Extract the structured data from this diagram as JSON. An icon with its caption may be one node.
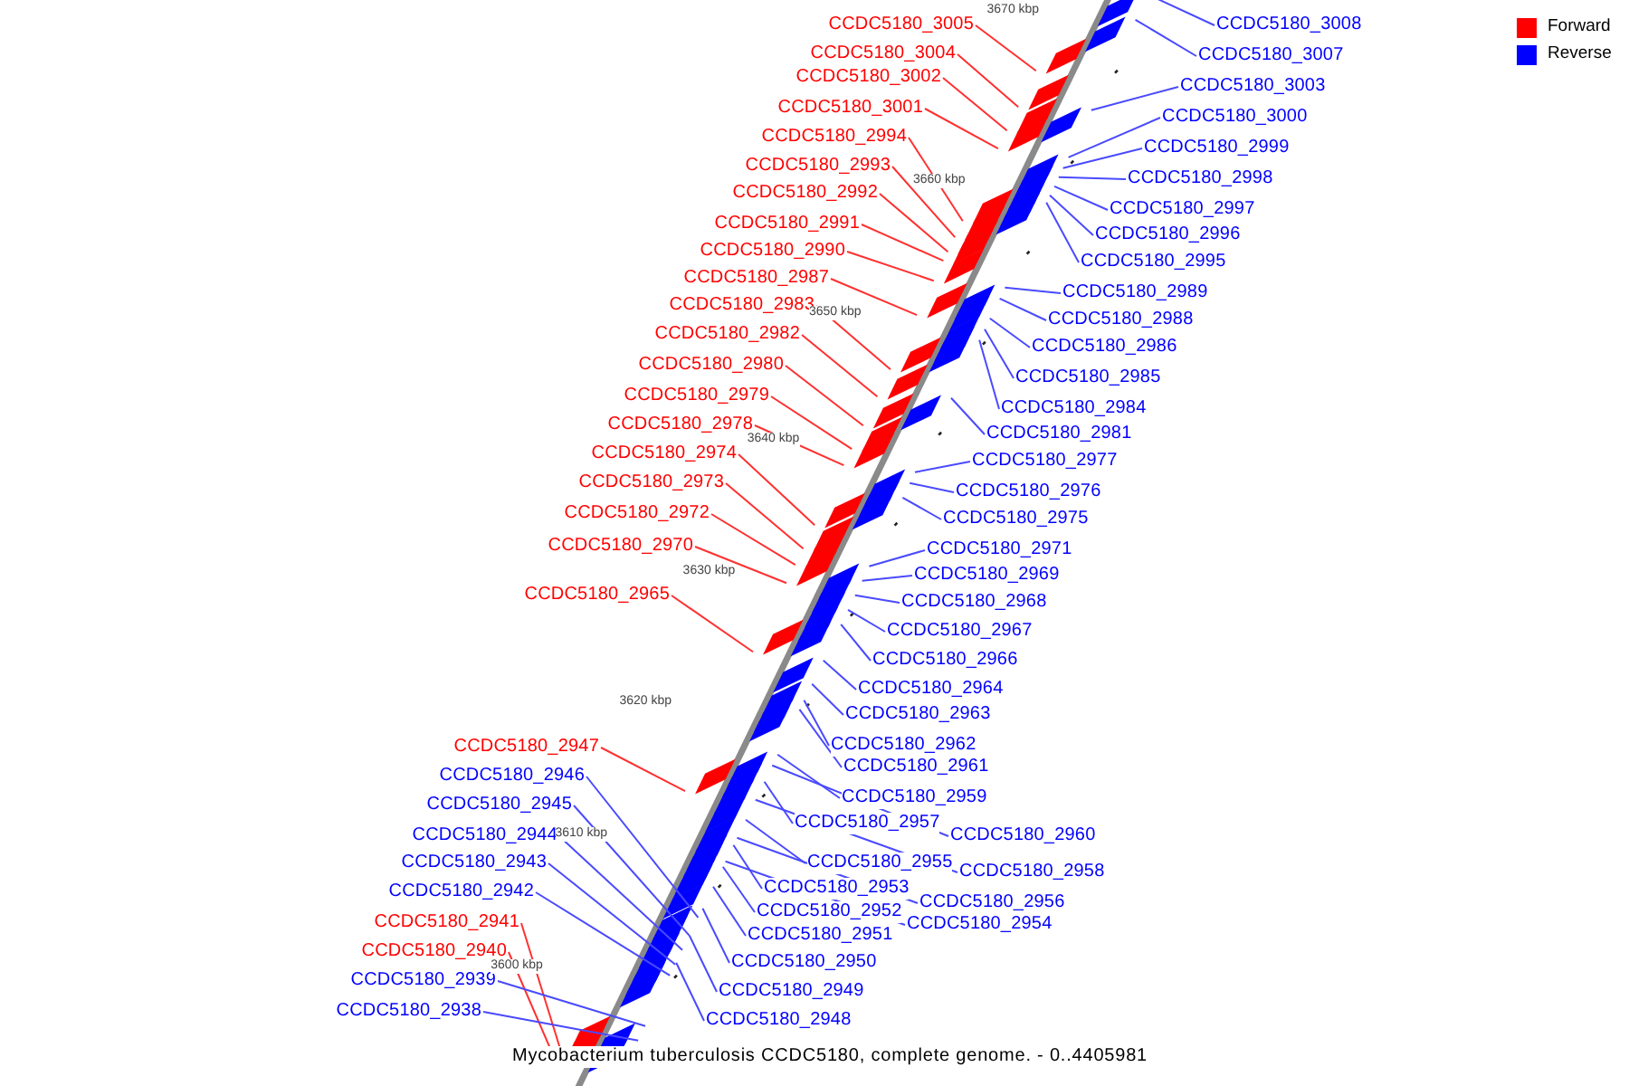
{
  "diagram": {
    "caption": "Mycobacterium tuberculosis CCDC5180, complete genome. - 0..4405981",
    "nodes": [
      {
        "text": [
          "CCDC5180_3005"
        ]
      },
      {
        "text": [
          "CCDC5180_3004"
        ]
      },
      {
        "text": [
          "CCDC5180_3002"
        ]
      },
      {
        "text": [
          "CCDC5180_3001"
        ]
      },
      {
        "text": [
          "CCDC5180_2994"
        ]
      },
      {
        "text": [
          "CCDC5180_2993"
        ]
      },
      {
        "text": [
          "CCDC5180_2992"
        ]
      },
      {
        "text": [
          "CCDC5180_2991"
        ]
      },
      {
        "text": [
          "CCDC5180_2990"
        ]
      },
      {
        "text": [
          "CCDC5180_2987"
        ]
      },
      {
        "text": [
          "CCDC5180_2983"
        ]
      },
      {
        "text": [
          "CCDC5180_2982"
        ]
      },
      {
        "text": [
          "CCDC5180_2980"
        ]
      },
      {
        "text": [
          "CCDC5180_2979"
        ]
      },
      {
        "text": [
          "CCDC5180_2978"
        ]
      },
      {
        "text": [
          "CCDC5180_2974"
        ]
      },
      {
        "text": [
          "CCDC5180_2973"
        ]
      },
      {
        "text": [
          "CCDC5180_2972"
        ]
      },
      {
        "text": [
          "CCDC5180_2970"
        ]
      },
      {
        "text": [
          "CCDC5180_2965"
        ]
      },
      {
        "text": [
          "CCDC5180_2947"
        ]
      },
      {
        "text": [
          "CCDC5180_2946"
        ]
      },
      {
        "text": [
          "CCDC5180_2945"
        ]
      },
      {
        "text": [
          "CCDC5180_2944"
        ]
      },
      {
        "text": [
          "CCDC5180_2943"
        ]
      },
      {
        "text": [
          "CCDC5180_2942"
        ]
      },
      {
        "text": [
          "CCDC5180_2941"
        ]
      },
      {
        "text": [
          "CCDC5180_2940"
        ]
      },
      {
        "text": [
          "CCDC5180_2939"
        ]
      },
      {
        "text": [
          "CCDC5180_2938"
        ]
      },
      {
        "text": [
          "CCDC5180_3008"
        ]
      },
      {
        "text": [
          "CCDC5180_3007"
        ]
      },
      {
        "text": [
          "CCDC5180_3003"
        ]
      },
      {
        "text": [
          "CCDC5180_3000"
        ]
      },
      {
        "text": [
          "CCDC5180_2999"
        ]
      },
      {
        "text": [
          "CCDC5180_2998"
        ]
      },
      {
        "text": [
          "CCDC5180_2997"
        ]
      },
      {
        "text": [
          "CCDC5180_2996"
        ]
      },
      {
        "text": [
          "CCDC5180_2995"
        ]
      },
      {
        "text": [
          "CCDC5180_2989"
        ]
      },
      {
        "text": [
          "CCDC5180_2988"
        ]
      },
      {
        "text": [
          "CCDC5180_2986"
        ]
      },
      {
        "text": [
          "CCDC5180_2985"
        ]
      },
      {
        "text": [
          "CCDC5180_2984"
        ]
      },
      {
        "text": [
          "CCDC5180_2981"
        ]
      },
      {
        "text": [
          "CCDC5180_2977"
        ]
      },
      {
        "text": [
          "CCDC5180_2976"
        ]
      },
      {
        "text": [
          "CCDC5180_2975"
        ]
      },
      {
        "text": [
          "CCDC5180_2971"
        ]
      },
      {
        "text": [
          "CCDC5180_2969"
        ]
      },
      {
        "text": [
          "CCDC5180_2968"
        ]
      },
      {
        "text": [
          "CCDC5180_2967"
        ]
      },
      {
        "text": [
          "CCDC5180_2966"
        ]
      },
      {
        "text": [
          "CCDC5180_2964"
        ]
      },
      {
        "text": [
          "CCDC5180_2963"
        ]
      },
      {
        "text": [
          "CCDC5180_2962"
        ]
      },
      {
        "text": [
          "CCDC5180_2961"
        ]
      },
      {
        "text": [
          "CCDC5180_2959"
        ]
      },
      {
        "text": [
          "CCDC5180_2957"
        ]
      },
      {
        "text": [
          "CCDC5180_2960"
        ]
      },
      {
        "text": [
          "CCDC5180_2955"
        ]
      },
      {
        "text": [
          "CCDC5180_2958"
        ]
      },
      {
        "text": [
          "CCDC5180_2953"
        ]
      },
      {
        "text": [
          "CCDC5180_2956"
        ]
      },
      {
        "text": [
          "CCDC5180_2952"
        ]
      },
      {
        "text": [
          "CCDC5180_2954"
        ]
      },
      {
        "text": [
          "CCDC5180_2951"
        ]
      },
      {
        "text": [
          "CCDC5180_2950"
        ]
      },
      {
        "text": [
          "CCDC5180_2949"
        ]
      },
      {
        "text": [
          "CCDC5180_2948"
        ]
      }
    ],
    "edges": [
      {
        "from": 0,
        "to": null,
        "arrow": "none",
        "color": "#ff3030"
      },
      {
        "from": 1,
        "to": null,
        "arrow": "none",
        "color": "#ff3030"
      },
      {
        "from": 2,
        "to": null,
        "arrow": "none",
        "color": "#ff3030"
      },
      {
        "from": 3,
        "to": null,
        "arrow": "none",
        "color": "#ff3030"
      },
      {
        "from": 4,
        "to": null,
        "arrow": "none",
        "color": "#ff3030"
      },
      {
        "from": 5,
        "to": null,
        "arrow": "none",
        "color": "#ff3030"
      },
      {
        "from": 6,
        "to": null,
        "arrow": "none",
        "color": "#ff3030"
      },
      {
        "from": 7,
        "to": null,
        "arrow": "none",
        "color": "#ff3030"
      },
      {
        "from": 8,
        "to": null,
        "arrow": "none",
        "color": "#ff3030"
      },
      {
        "from": 9,
        "to": null,
        "arrow": "none",
        "color": "#ff3030"
      },
      {
        "from": 10,
        "to": null,
        "arrow": "none",
        "color": "#ff3030"
      },
      {
        "from": 11,
        "to": null,
        "arrow": "none",
        "color": "#ff3030"
      },
      {
        "from": 12,
        "to": null,
        "arrow": "none",
        "color": "#ff3030"
      },
      {
        "from": 13,
        "to": null,
        "arrow": "none",
        "color": "#ff3030"
      },
      {
        "from": 14,
        "to": null,
        "arrow": "none",
        "color": "#ff3030"
      },
      {
        "from": 15,
        "to": null,
        "arrow": "none",
        "color": "#ff3030"
      },
      {
        "from": 16,
        "to": null,
        "arrow": "none",
        "color": "#ff3030"
      },
      {
        "from": 17,
        "to": null,
        "arrow": "none",
        "color": "#ff3030"
      },
      {
        "from": 18,
        "to": null,
        "arrow": "none",
        "color": "#ff3030"
      },
      {
        "from": 19,
        "to": null,
        "arrow": "none",
        "color": "#ff3030"
      },
      {
        "from": 20,
        "to": null,
        "arrow": "none",
        "color": "#ff3030"
      },
      {
        "from": 21,
        "to": null,
        "arrow": "none"
      },
      {
        "from": 22,
        "to": null,
        "arrow": "none"
      },
      {
        "from": 23,
        "to": null,
        "arrow": "none"
      },
      {
        "from": 24,
        "to": null,
        "arrow": "none"
      },
      {
        "from": 25,
        "to": null,
        "arrow": "none"
      },
      {
        "from": 26,
        "to": null,
        "arrow": "none",
        "color": "#ff3030"
      },
      {
        "from": 27,
        "to": null,
        "arrow": "none",
        "color": "#ff3030"
      },
      {
        "from": 28,
        "to": null,
        "arrow": "none"
      },
      {
        "from": 29,
        "to": null,
        "arrow": "none"
      },
      {
        "from": 30,
        "to": null,
        "arrow": "none"
      },
      {
        "from": 31,
        "to": null,
        "arrow": "none"
      },
      {
        "from": 32,
        "to": null,
        "arrow": "none"
      },
      {
        "from": 33,
        "to": null,
        "arrow": "none"
      },
      {
        "from": 34,
        "to": null,
        "arrow": "none"
      },
      {
        "from": 35,
        "to": null,
        "arrow": "none"
      },
      {
        "from": 36,
        "to": null,
        "arrow": "none"
      },
      {
        "from": 37,
        "to": null,
        "arrow": "none"
      },
      {
        "from": 38,
        "to": null,
        "arrow": "none"
      },
      {
        "from": 39,
        "to": null,
        "arrow": "none"
      },
      {
        "from": 40,
        "to": null,
        "arrow": "none"
      },
      {
        "from": 41,
        "to": null,
        "arrow": "none"
      },
      {
        "from": 42,
        "to": null,
        "arrow": "none"
      },
      {
        "from": 43,
        "to": null,
        "arrow": "none"
      },
      {
        "from": 44,
        "to": null,
        "arrow": "none"
      },
      {
        "from": 45,
        "to": null,
        "arrow": "none"
      },
      {
        "from": 46,
        "to": null,
        "arrow": "none"
      },
      {
        "from": 47,
        "to": null,
        "arrow": "none"
      },
      {
        "from": 48,
        "to": null,
        "arrow": "none"
      },
      {
        "from": 49,
        "to": null,
        "arrow": "none"
      },
      {
        "from": 50,
        "to": null,
        "arrow": "none"
      },
      {
        "from": 51,
        "to": null,
        "arrow": "none"
      },
      {
        "from": 52,
        "to": null,
        "arrow": "none"
      },
      {
        "from": 53,
        "to": null,
        "arrow": "none"
      },
      {
        "from": 54,
        "to": null,
        "arrow": "none"
      },
      {
        "from": 55,
        "to": null,
        "arrow": "none"
      },
      {
        "from": 56,
        "to": null,
        "arrow": "none"
      },
      {
        "from": 57,
        "to": null,
        "arrow": "none"
      },
      {
        "from": 58,
        "to": null,
        "arrow": "none"
      },
      {
        "from": 59,
        "to": null,
        "arrow": "none"
      },
      {
        "from": 60,
        "to": null,
        "arrow": "none"
      },
      {
        "from": 61,
        "to": null,
        "arrow": "none"
      },
      {
        "from": 62,
        "to": null,
        "arrow": "none"
      },
      {
        "from": 63,
        "to": null,
        "arrow": "none"
      },
      {
        "from": 64,
        "to": null,
        "arrow": "none"
      },
      {
        "from": 65,
        "to": null,
        "arrow": "none"
      },
      {
        "from": 66,
        "to": null,
        "arrow": "none"
      },
      {
        "from": 67,
        "to": null,
        "arrow": "none"
      },
      {
        "from": 68,
        "to": null,
        "arrow": "none"
      },
      {
        "from": 69,
        "to": null,
        "arrow": "none"
      }
    ],
    "labels": [
      "3670 kbp",
      "3660 kbp",
      "3650 kbp",
      "3640 kbp",
      "3630 kbp",
      "3620 kbp",
      "3610 kbp",
      "3600 kbp"
    ],
    "legend": [
      {
        "text": "Forward",
        "color": "#ff0000"
      },
      {
        "text": "Reverse",
        "color": "#0000ff"
      }
    ]
  }
}
